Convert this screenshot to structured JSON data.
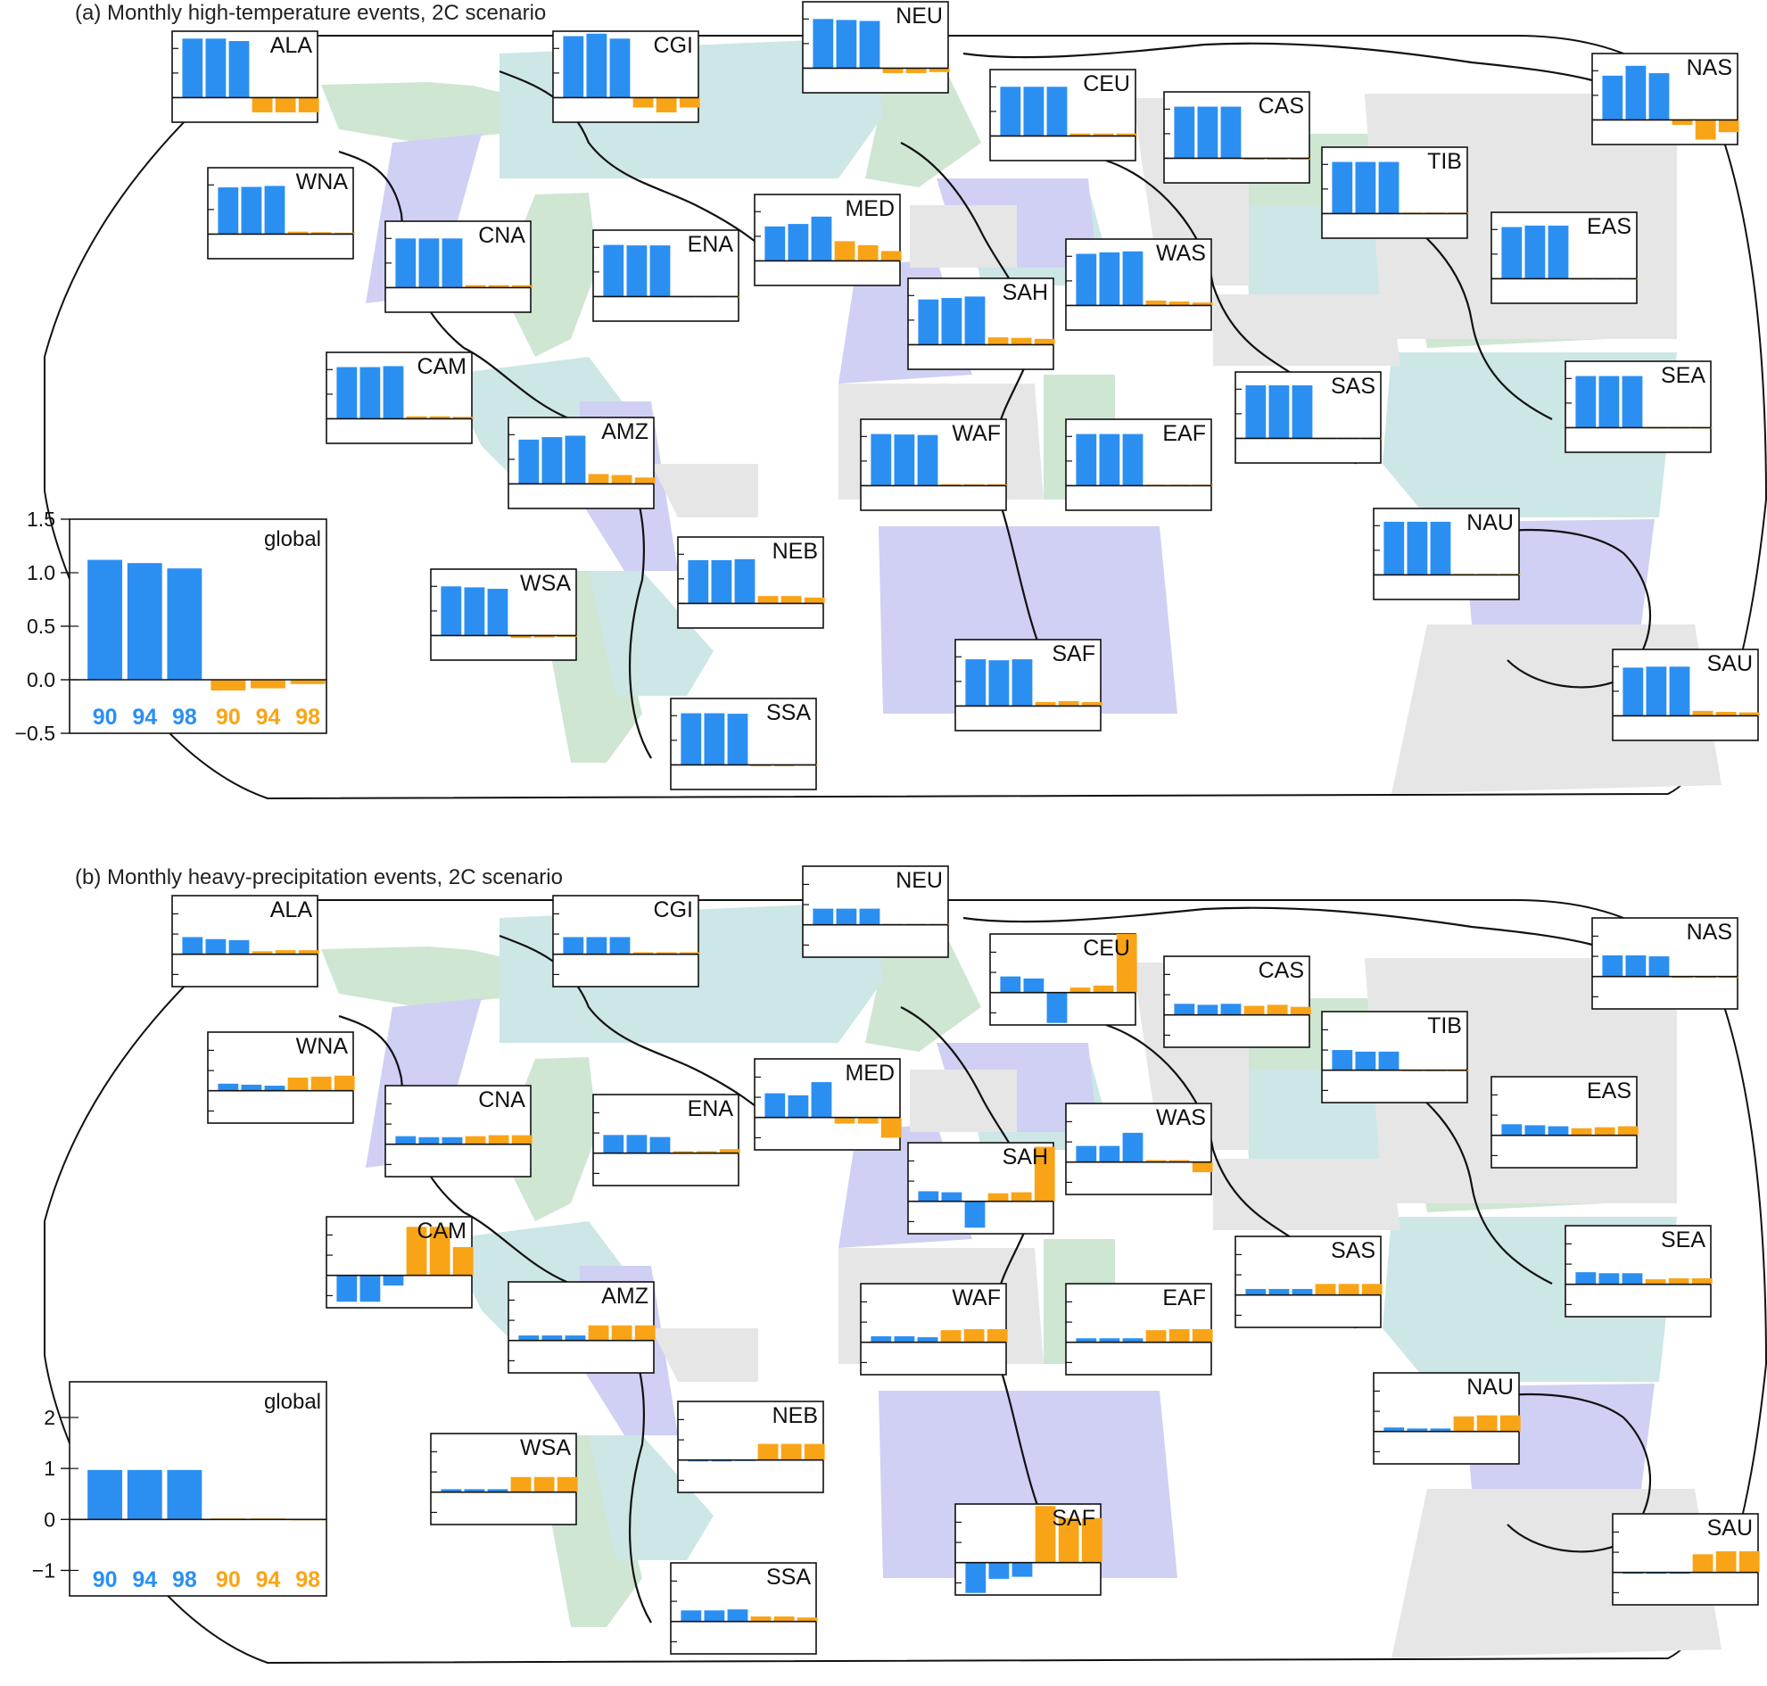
{
  "colors": {
    "blue": "#2b8ff2",
    "orange": "#f9a416",
    "region_green": "#cfe6d2",
    "region_teal": "#cde6e6",
    "region_purple": "#cfd0f3",
    "region_grey": "#e6e6e6"
  },
  "panels": [
    {
      "title": "(a) Monthly high-temperature events, 2C scenario",
      "global_yticks": [
        "1.5",
        "1.0",
        "0.5",
        "0.0",
        "−0.5"
      ]
    },
    {
      "title": "(b) Monthly heavy-precipitation events, 2C scenario",
      "global_yticks": [
        "2",
        "1",
        "0",
        "−1"
      ]
    }
  ],
  "legend_labels": {
    "blue": [
      "90",
      "94",
      "98"
    ],
    "orange": [
      "90",
      "94",
      "98"
    ]
  },
  "chart_data": [
    {
      "type": "bar",
      "title": "(a) Monthly high-temperature events, 2C scenario",
      "categories": [
        "90",
        "94",
        "98"
      ],
      "series_groups": [
        "blue",
        "orange"
      ],
      "regions": [
        {
          "name": "ALA",
          "blue": [
            1.2,
            1.2,
            1.15
          ],
          "orange": [
            -0.3,
            -0.3,
            -0.3
          ]
        },
        {
          "name": "CGI",
          "blue": [
            1.25,
            1.3,
            1.2
          ],
          "orange": [
            -0.2,
            -0.3,
            -0.2
          ]
        },
        {
          "name": "NEU",
          "blue": [
            1.0,
            0.98,
            0.96
          ],
          "orange": [
            -0.1,
            -0.1,
            -0.08
          ]
        },
        {
          "name": "CEU",
          "blue": [
            1.0,
            1.0,
            1.0
          ],
          "orange": [
            0.05,
            0.05,
            0.05
          ]
        },
        {
          "name": "CAS",
          "blue": [
            1.05,
            1.05,
            1.05
          ],
          "orange": [
            0.0,
            0.0,
            0.0
          ]
        },
        {
          "name": "NAS",
          "blue": [
            0.9,
            1.1,
            0.95
          ],
          "orange": [
            -0.1,
            -0.4,
            -0.25
          ]
        },
        {
          "name": "WNA",
          "blue": [
            0.95,
            0.96,
            0.98
          ],
          "orange": [
            0.05,
            0.04,
            0.03
          ]
        },
        {
          "name": "CNA",
          "blue": [
            1.0,
            1.0,
            1.0
          ],
          "orange": [
            0.05,
            0.05,
            0.05
          ]
        },
        {
          "name": "ENA",
          "blue": [
            1.05,
            1.04,
            1.04
          ],
          "orange": [
            0.01,
            0.01,
            0.01
          ]
        },
        {
          "name": "MED",
          "blue": [
            0.7,
            0.75,
            0.9
          ],
          "orange": [
            0.4,
            0.32,
            0.2
          ]
        },
        {
          "name": "TIB",
          "blue": [
            1.05,
            1.05,
            1.05
          ],
          "orange": [
            0.02,
            0.02,
            0.02
          ]
        },
        {
          "name": "EAS",
          "blue": [
            1.05,
            1.08,
            1.08
          ],
          "orange": [
            0.01,
            0.01,
            0.01
          ]
        },
        {
          "name": "WAS",
          "blue": [
            1.05,
            1.08,
            1.1
          ],
          "orange": [
            0.1,
            0.08,
            0.06
          ]
        },
        {
          "name": "SAH",
          "blue": [
            0.92,
            0.95,
            0.98
          ],
          "orange": [
            0.15,
            0.14,
            0.12
          ]
        },
        {
          "name": "CAM",
          "blue": [
            1.05,
            1.05,
            1.07
          ],
          "orange": [
            0.05,
            0.05,
            0.04
          ]
        },
        {
          "name": "SAS",
          "blue": [
            1.08,
            1.08,
            1.08
          ],
          "orange": [
            0.01,
            0.01,
            0.01
          ]
        },
        {
          "name": "SEA",
          "blue": [
            1.05,
            1.05,
            1.05
          ],
          "orange": [
            0.01,
            0.01,
            0.01
          ]
        },
        {
          "name": "AMZ",
          "blue": [
            0.9,
            0.95,
            0.98
          ],
          "orange": [
            0.2,
            0.18,
            0.13
          ]
        },
        {
          "name": "WAF",
          "blue": [
            1.05,
            1.04,
            1.03
          ],
          "orange": [
            0.03,
            0.03,
            0.03
          ]
        },
        {
          "name": "EAF",
          "blue": [
            1.05,
            1.05,
            1.05
          ],
          "orange": [
            0.02,
            0.02,
            0.02
          ]
        },
        {
          "name": "NAU",
          "blue": [
            1.08,
            1.08,
            1.08
          ],
          "orange": [
            0.02,
            0.02,
            0.02
          ]
        },
        {
          "name": "NEB",
          "blue": [
            0.88,
            0.88,
            0.9
          ],
          "orange": [
            0.15,
            0.15,
            0.12
          ]
        },
        {
          "name": "WSA",
          "blue": [
            1.0,
            0.98,
            0.95
          ],
          "orange": [
            -0.05,
            -0.04,
            0.0
          ]
        },
        {
          "name": "SAF",
          "blue": [
            0.95,
            0.93,
            0.95
          ],
          "orange": [
            0.08,
            0.1,
            0.08
          ]
        },
        {
          "name": "SAU",
          "blue": [
            0.98,
            1.0,
            1.0
          ],
          "orange": [
            0.1,
            0.08,
            0.07
          ]
        },
        {
          "name": "SSA",
          "blue": [
            1.05,
            1.05,
            1.04
          ],
          "orange": [
            0.0,
            0.0,
            0.01
          ]
        },
        {
          "name": "global",
          "blue": [
            1.12,
            1.09,
            1.04
          ],
          "orange": [
            -0.1,
            -0.08,
            -0.04
          ]
        }
      ],
      "global_ylim": [
        -0.5,
        1.5
      ]
    },
    {
      "type": "bar",
      "title": "(b) Monthly heavy-precipitation events, 2C scenario",
      "categories": [
        "90",
        "94",
        "98"
      ],
      "series_groups": [
        "blue",
        "orange"
      ],
      "regions": [
        {
          "name": "ALA",
          "blue": [
            0.85,
            0.75,
            0.7
          ],
          "orange": [
            0.15,
            0.2,
            0.2
          ]
        },
        {
          "name": "CGI",
          "blue": [
            0.85,
            0.85,
            0.85
          ],
          "orange": [
            0.1,
            0.1,
            0.1
          ]
        },
        {
          "name": "NEU",
          "blue": [
            0.8,
            0.8,
            0.8
          ],
          "orange": [
            0.05,
            0.05,
            0.05
          ]
        },
        {
          "name": "CEU",
          "blue": [
            0.8,
            0.7,
            -1.5
          ],
          "orange": [
            0.25,
            0.35,
            2.9
          ]
        },
        {
          "name": "CAS",
          "blue": [
            0.55,
            0.5,
            0.55
          ],
          "orange": [
            0.45,
            0.5,
            0.4
          ]
        },
        {
          "name": "NAS",
          "blue": [
            1.05,
            1.05,
            1.0
          ],
          "orange": [
            -0.05,
            -0.05,
            -0.05
          ]
        },
        {
          "name": "WNA",
          "blue": [
            0.35,
            0.3,
            0.25
          ],
          "orange": [
            0.65,
            0.7,
            0.75
          ]
        },
        {
          "name": "CNA",
          "blue": [
            0.4,
            0.35,
            0.35
          ],
          "orange": [
            0.4,
            0.45,
            0.45
          ]
        },
        {
          "name": "ENA",
          "blue": [
            0.9,
            0.9,
            0.8
          ],
          "orange": [
            0.1,
            0.1,
            0.2
          ]
        },
        {
          "name": "MED",
          "blue": [
            1.2,
            1.1,
            1.75
          ],
          "orange": [
            -0.3,
            -0.3,
            -1.0
          ]
        },
        {
          "name": "TIB",
          "blue": [
            1.0,
            0.92,
            0.92
          ],
          "orange": [
            0.02,
            0.02,
            0.02
          ]
        },
        {
          "name": "EAS",
          "blue": [
            0.55,
            0.5,
            0.45
          ],
          "orange": [
            0.35,
            0.4,
            0.45
          ]
        },
        {
          "name": "WAS",
          "blue": [
            0.8,
            0.8,
            1.45
          ],
          "orange": [
            0.1,
            0.1,
            -0.5
          ]
        },
        {
          "name": "SAH",
          "blue": [
            0.5,
            0.45,
            -1.3
          ],
          "orange": [
            0.4,
            0.45,
            2.7
          ]
        },
        {
          "name": "CAM",
          "blue": [
            -1.3,
            -1.3,
            -0.5
          ],
          "orange": [
            2.4,
            2.4,
            1.4
          ]
        },
        {
          "name": "SAS",
          "blue": [
            0.3,
            0.3,
            0.3
          ],
          "orange": [
            0.55,
            0.55,
            0.55
          ]
        },
        {
          "name": "SEA",
          "blue": [
            0.6,
            0.55,
            0.55
          ],
          "orange": [
            0.25,
            0.3,
            0.3
          ]
        },
        {
          "name": "AMZ",
          "blue": [
            0.25,
            0.25,
            0.25
          ],
          "orange": [
            0.75,
            0.75,
            0.75
          ]
        },
        {
          "name": "WAF",
          "blue": [
            0.3,
            0.3,
            0.25
          ],
          "orange": [
            0.6,
            0.65,
            0.65
          ]
        },
        {
          "name": "EAF",
          "blue": [
            0.2,
            0.2,
            0.2
          ],
          "orange": [
            0.6,
            0.65,
            0.65
          ]
        },
        {
          "name": "NAU",
          "blue": [
            0.2,
            0.15,
            0.15
          ],
          "orange": [
            0.75,
            0.8,
            0.8
          ]
        },
        {
          "name": "NEB",
          "blue": [
            0.0,
            0.0,
            0.02
          ],
          "orange": [
            0.8,
            0.8,
            0.8
          ]
        },
        {
          "name": "WSA",
          "blue": [
            0.15,
            0.15,
            0.15
          ],
          "orange": [
            0.75,
            0.75,
            0.75
          ]
        },
        {
          "name": "SAF",
          "blue": [
            -1.5,
            -0.8,
            -0.7
          ],
          "orange": [
            2.8,
            2.2,
            2.2
          ]
        },
        {
          "name": "SAU",
          "blue": [
            -0.05,
            -0.05,
            -0.05
          ],
          "orange": [
            0.9,
            1.05,
            1.05
          ]
        },
        {
          "name": "SSA",
          "blue": [
            0.55,
            0.55,
            0.6
          ],
          "orange": [
            0.25,
            0.25,
            0.2
          ]
        },
        {
          "name": "global",
          "blue": [
            0.97,
            0.97,
            0.97
          ],
          "orange": [
            0.02,
            0.02,
            0.01
          ]
        }
      ],
      "global_ylim": [
        -1.5,
        2.7
      ]
    }
  ]
}
